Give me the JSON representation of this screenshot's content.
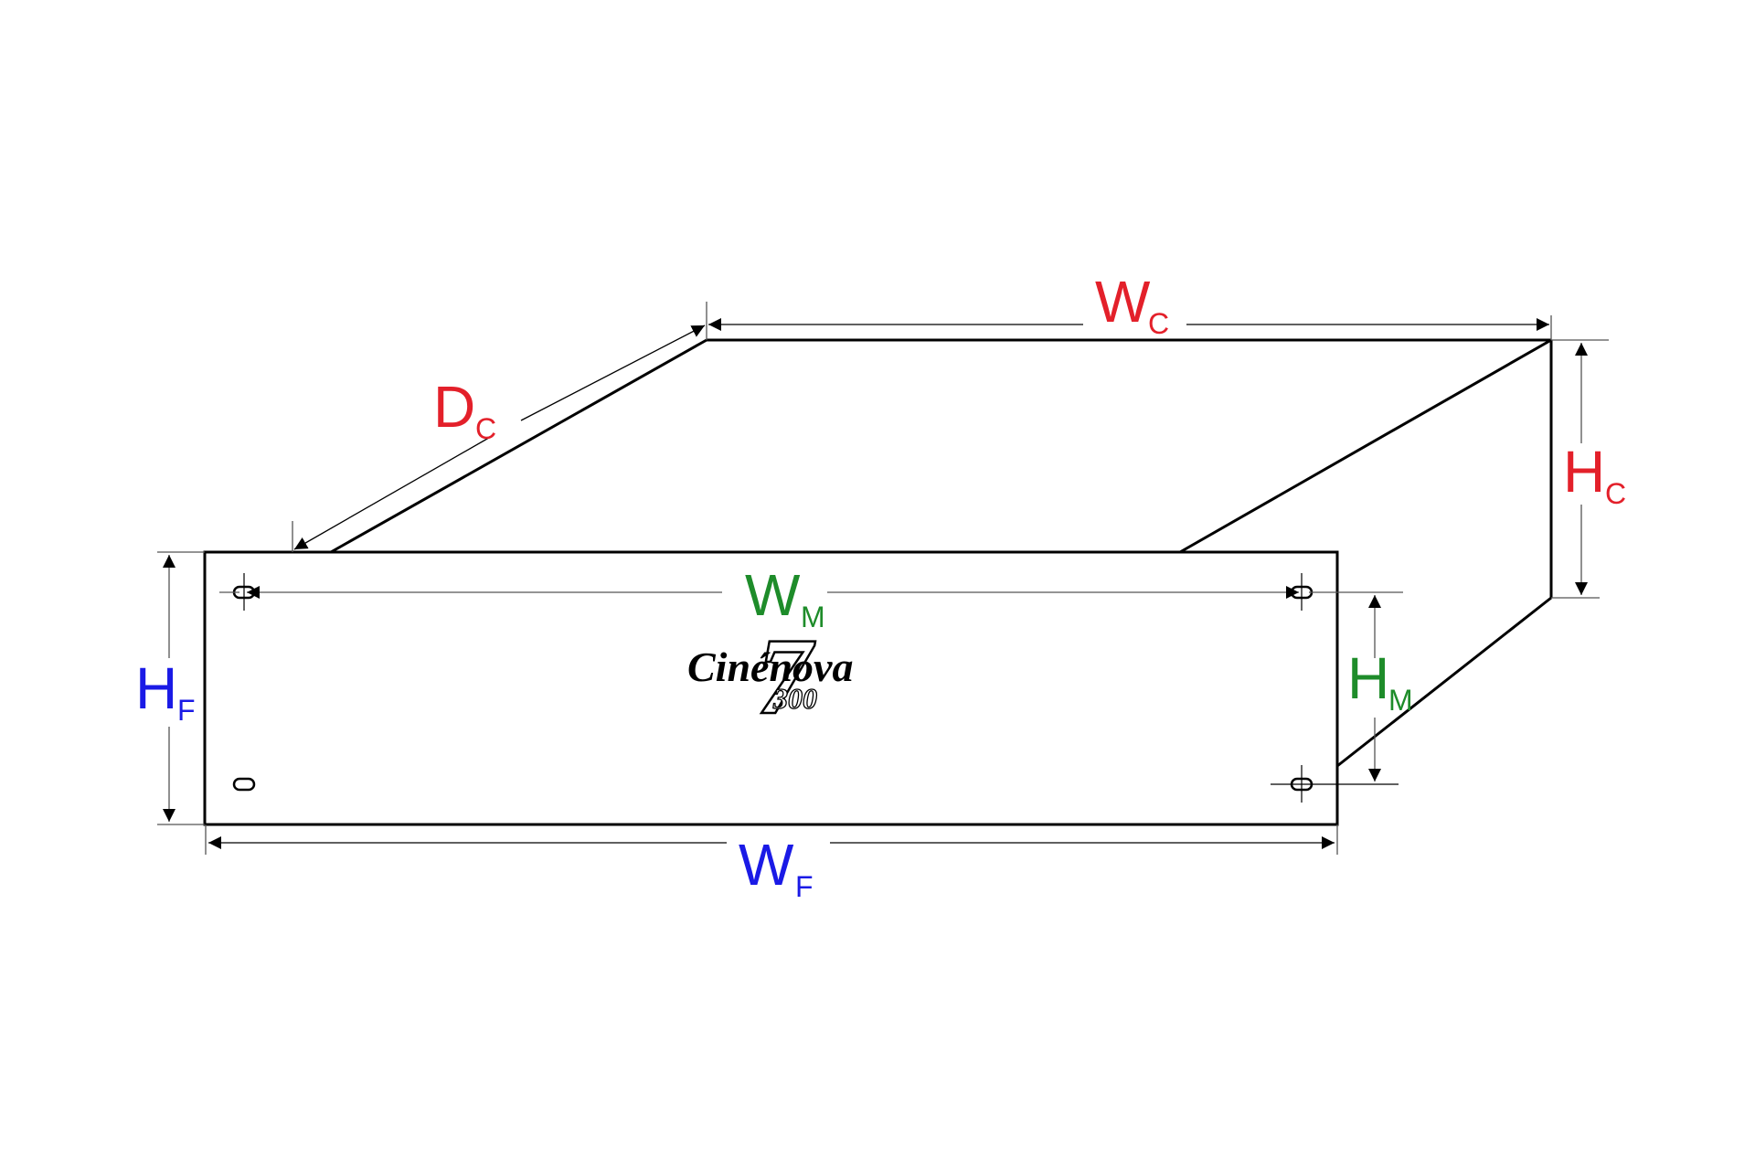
{
  "diagram": {
    "title": "Chassis dimension diagram",
    "colors": {
      "chassis": "#e3202a",
      "front_panel": "#1a1ae6",
      "mounting": "#1e8c2a",
      "outline": "#000000",
      "dimension_line": "#555555"
    },
    "labels": {
      "wc": {
        "main": "W",
        "sub": "C"
      },
      "dc": {
        "main": "D",
        "sub": "C"
      },
      "hc": {
        "main": "H",
        "sub": "C"
      },
      "wm": {
        "main": "W",
        "sub": "M"
      },
      "hm": {
        "main": "H",
        "sub": "M"
      },
      "hf": {
        "main": "H",
        "sub": "F"
      },
      "wf": {
        "main": "W",
        "sub": "F"
      }
    },
    "logo": {
      "brand": "Cinénova",
      "digit": "7",
      "model": "300"
    }
  }
}
